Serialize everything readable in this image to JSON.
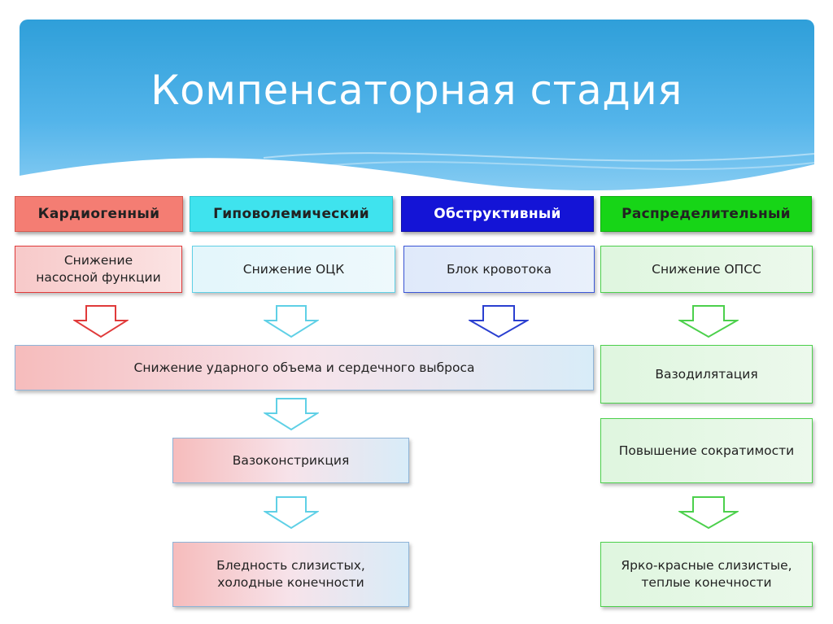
{
  "title": "Компенсаторная стадия",
  "categories": [
    {
      "label": "Кардиогенный",
      "bg": "#f47d73",
      "color": "#222222"
    },
    {
      "label": "Гиповолемический",
      "bg": "#3fe3ee",
      "color": "#222222"
    },
    {
      "label": "Обструктивный",
      "bg": "#1414d6",
      "color": "#ffffff"
    },
    {
      "label": "Распределительный",
      "bg": "#17d517",
      "color": "#222222"
    }
  ],
  "boxes": {
    "cardio_cause": "Снижение\nнасосной функции",
    "hypo_cause": "Снижение ОЦК",
    "obstr_cause": "Блок кровотока",
    "distr_cause": "Снижение ОПСС",
    "stroke_volume": "Снижение ударного объема и сердечного выброса",
    "vasoconstriction": "Вазоконстрикция",
    "pallor": "Бледность слизистых,\nхолодные конечности",
    "vasodilation": "Вазодилятация",
    "contractility": "Повышение сократимости",
    "red_mucosa": "Ярко-красные слизистые,\nтеплые конечности"
  },
  "colors": {
    "red": "#e03a3a",
    "cyan": "#5fd0e6",
    "blue": "#2a3fd0",
    "green": "#4cd04c"
  }
}
